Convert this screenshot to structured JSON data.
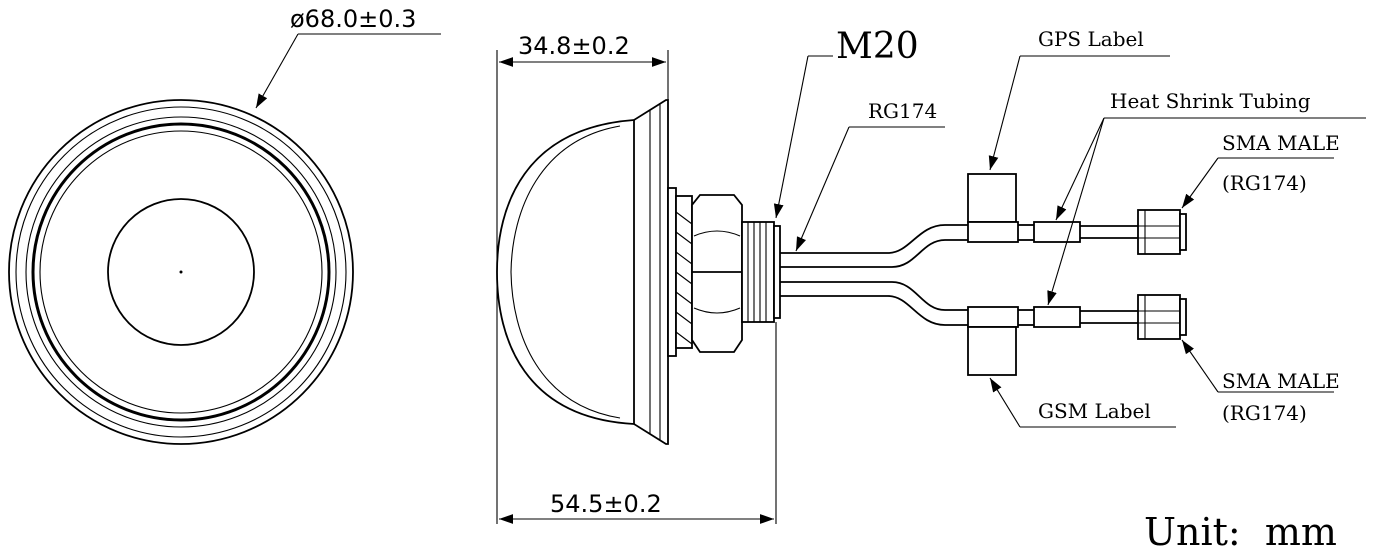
{
  "dimensions": {
    "diameter": "ø68.0±0.3",
    "height": "34.8±0.2",
    "total_length": "54.5±0.2"
  },
  "labels": {
    "thread": "M20",
    "cable": "RG174",
    "gps_label": "GPS Label",
    "heat_shrink": "Heat Shrink Tubing",
    "sma_top": "SMA MALE",
    "sma_top_sub": "(RG174)",
    "sma_bottom": "SMA MALE",
    "sma_bottom_sub": "(RG174)",
    "gsm_label": "GSM Label"
  },
  "unit": "Unit:  mm"
}
